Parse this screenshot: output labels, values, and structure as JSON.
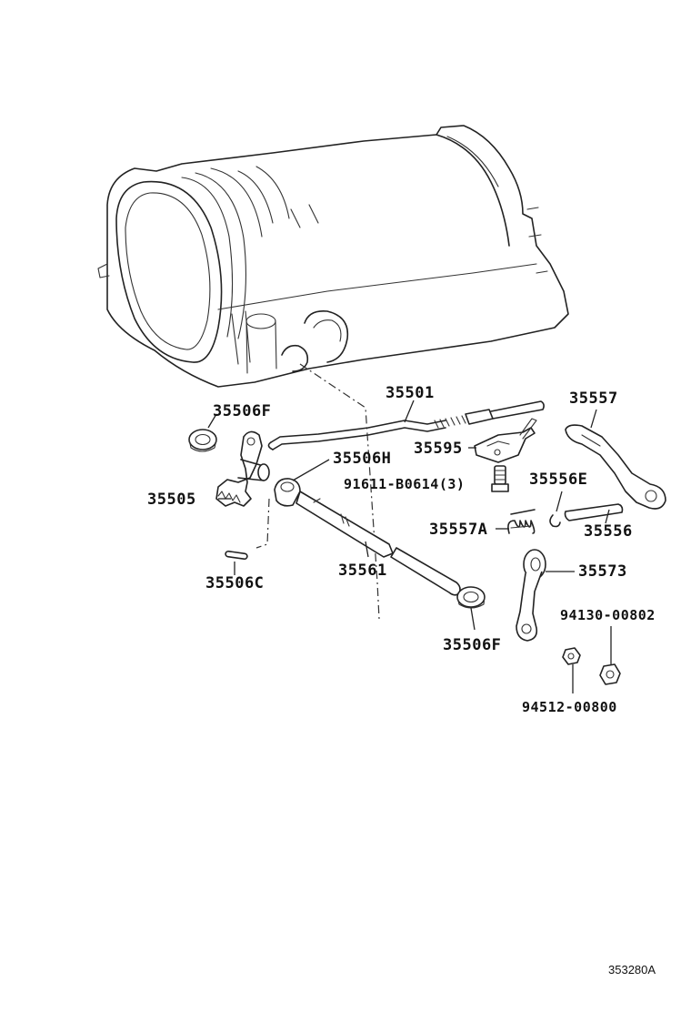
{
  "labels": {
    "p35501": "35501",
    "p35557": "35557",
    "p35506F_top": "35506F",
    "p35595": "35595",
    "p35506H": "35506H",
    "p91611": "91611-B0614(3)",
    "p35556E": "35556E",
    "p35505": "35505",
    "p35557A": "35557A",
    "p35556": "35556",
    "p35506C": "35506C",
    "p35561": "35561",
    "p35573": "35573",
    "p94130": "94130-00802",
    "p35506F_bottom": "35506F",
    "p94512": "94512-00800"
  },
  "diagram_code": "353280A"
}
